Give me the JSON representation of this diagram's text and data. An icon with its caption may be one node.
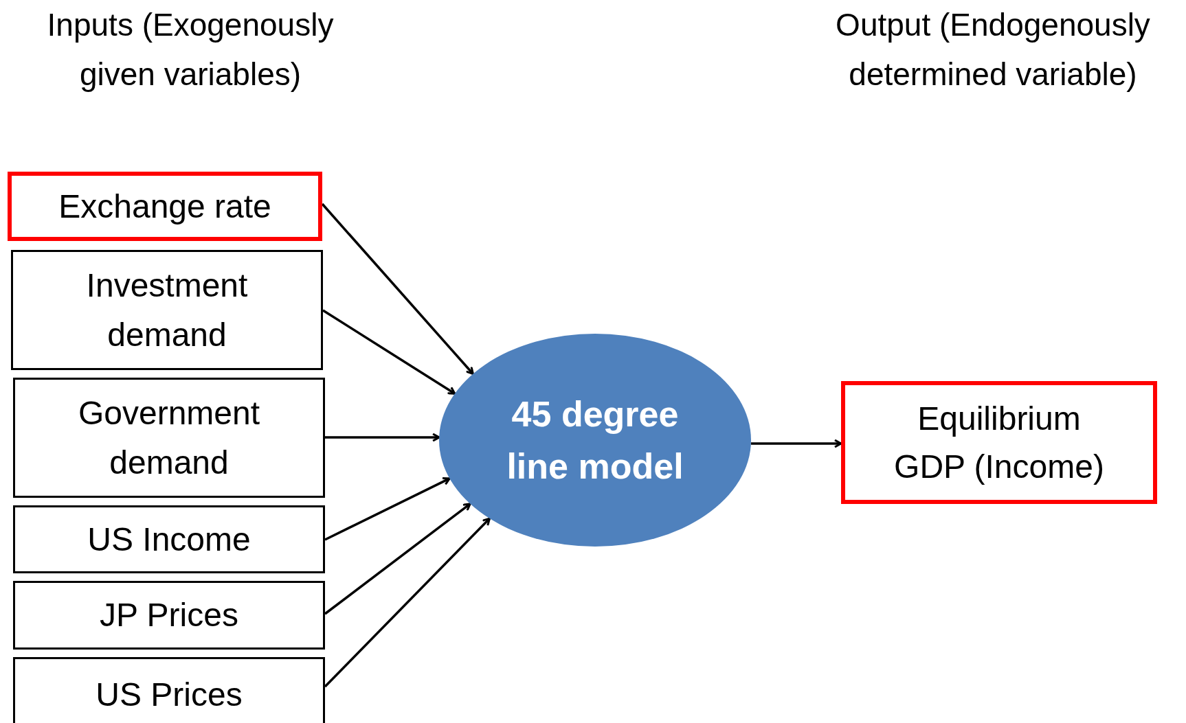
{
  "diagram": {
    "nodes": [
      {
        "text": [
          "Exchange rate"
        ]
      },
      {
        "text": [
          "Investment demand"
        ]
      },
      {
        "text": [
          "Government demand"
        ]
      },
      {
        "text": [
          "US Income"
        ]
      },
      {
        "text": [
          "JP Prices"
        ]
      },
      {
        "text": [
          "US Prices"
        ]
      },
      {
        "text": [
          "45 degree line model"
        ]
      },
      {
        "text": [
          "Equilibrium GDP (Income)"
        ]
      }
    ],
    "edges": [
      {
        "from": 0,
        "to": 6,
        "arrow": "to"
      },
      {
        "from": 1,
        "to": 6,
        "arrow": "to"
      },
      {
        "from": 2,
        "to": 6,
        "arrow": "to"
      },
      {
        "from": 3,
        "to": 6,
        "arrow": "to"
      },
      {
        "from": 4,
        "to": 6,
        "arrow": "to"
      },
      {
        "from": 5,
        "to": 6,
        "arrow": "to"
      },
      {
        "from": 6,
        "to": 7,
        "arrow": "to"
      }
    ],
    "labels": [
      "Inputs (Exogenously given variables)",
      "Output (Endogenously determined variable)"
    ]
  }
}
